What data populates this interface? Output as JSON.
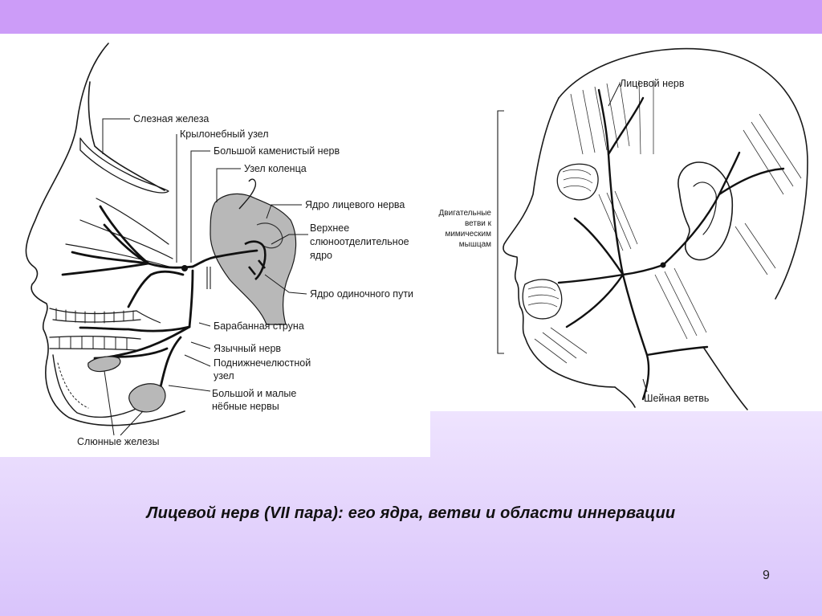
{
  "colors": {
    "top_bar": "#cc9cf8",
    "bottom_gradient": "#d9c4fb",
    "diagram_fill": "#b8b8b8",
    "line": "#1a1a1a"
  },
  "left_diagram": {
    "labels": {
      "lacrimal_gland": "Слезная железа",
      "pterygopalatine_ganglion": "Крылонебный узел",
      "greater_petrosal_nerve": "Большой каменистый нерв",
      "geniculate_ganglion": "Узел коленца",
      "facial_nucleus": "Ядро лицевого нерва",
      "superior_salivatory_1": "Верхнее",
      "superior_salivatory_2": "слюноотделительное",
      "superior_salivatory_3": "ядро",
      "solitary_nucleus": "Ядро одиночного пути",
      "chorda_tympani": "Барабанная струна",
      "lingual_nerve": "Язычный нерв",
      "submandibular_ganglion_1": "Поднижнечелюстной",
      "submandibular_ganglion_2": "узел",
      "palatine_nerves_1": "Большой и малые",
      "palatine_nerves_2": "нёбные нервы",
      "salivary_glands": "Слюнные железы"
    }
  },
  "right_diagram": {
    "labels": {
      "facial_nerve": "Лицевой нерв",
      "motor_branches_1": "Двигательные",
      "motor_branches_2": "ветви к",
      "motor_branches_3": "мимическим",
      "motor_branches_4": "мышцам",
      "cervical_branch": "Шейная ветвь"
    }
  },
  "caption": "Лицевой нерв (VII пара): его ядра, ветви и области иннервации",
  "page_number": "9"
}
